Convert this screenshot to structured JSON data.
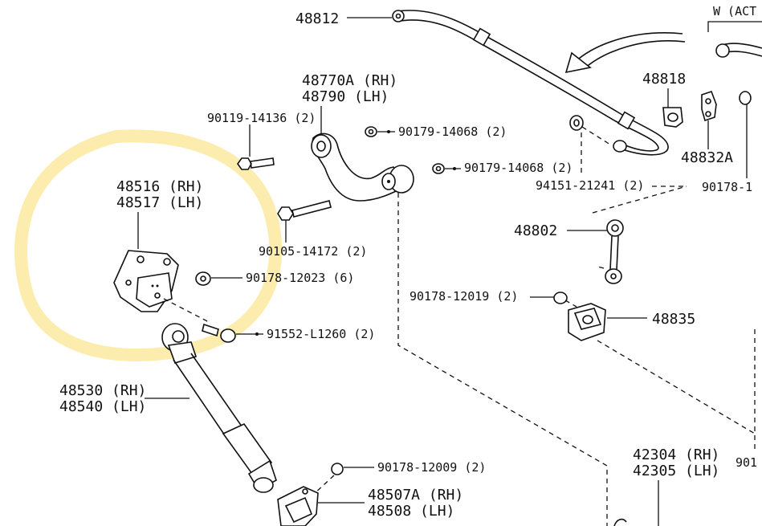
{
  "highlight": {
    "color": "#fbeaa0"
  },
  "labels": {
    "p48812": "48812",
    "active": "W (ACT",
    "p48770a": "48770A (RH)",
    "p48790": "48790 (LH)",
    "p48818": "48818",
    "p90119_14136": "90119-14136 (2)",
    "p90179_14068a": "90179-14068 (2)",
    "p90179_14068b": "90179-14068 (2)",
    "p94151_21241": "94151-21241 (2)",
    "p48832a": "48832A",
    "p90178_1": "90178-1",
    "p48516": "48516 (RH)",
    "p48517": "48517 (LH)",
    "p90105_14172": "90105-14172 (2)",
    "p48802": "48802",
    "p90178_12023": "90178-12023 (6)",
    "p90178_12019": "90178-12019 (2)",
    "p48835": "48835",
    "p91552_l1260": "91552-L1260 (2)",
    "p48530": "48530 (RH)",
    "p48540": "48540 (LH)",
    "p42304": "42304 (RH)",
    "p42305": "42305 (LH)",
    "p901": "901",
    "p90178_12009": "90178-12009 (2)",
    "p48507a": "48507A (RH)",
    "p48508": "48508 (LH)"
  }
}
